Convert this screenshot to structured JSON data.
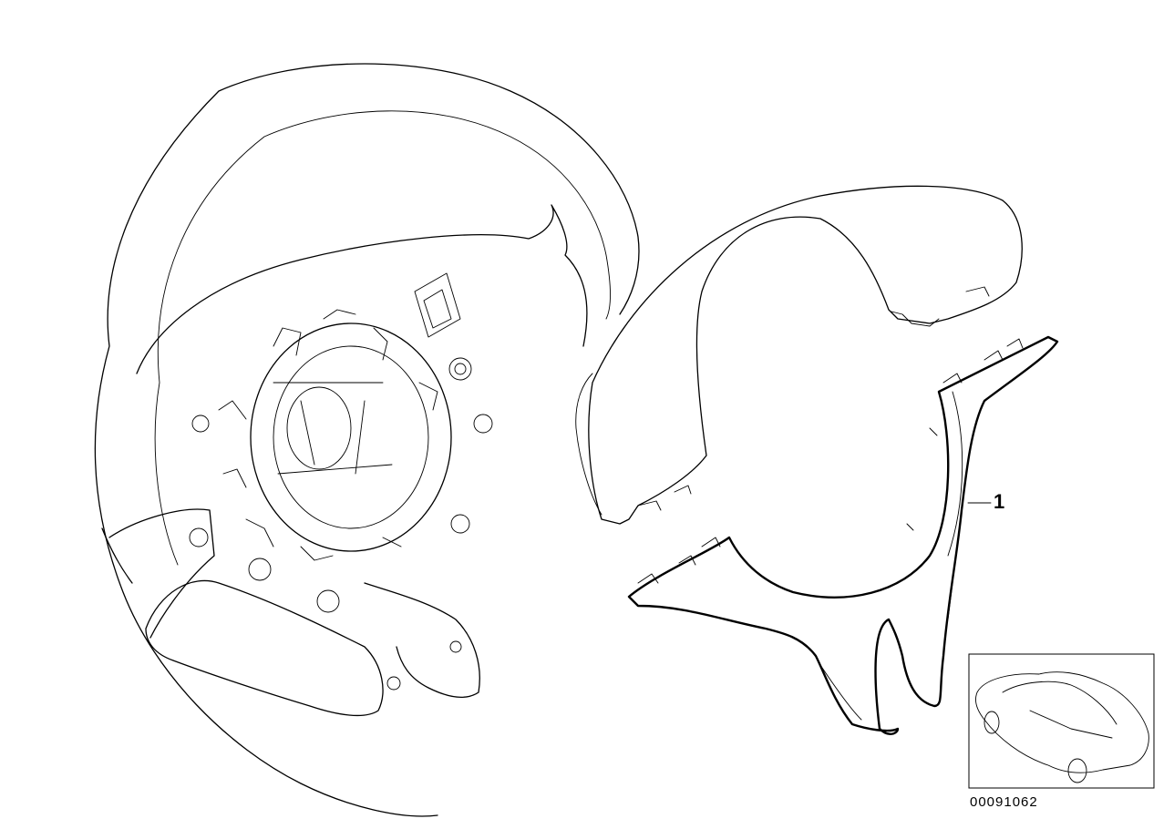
{
  "callouts": [
    {
      "id": "1",
      "label": "1"
    }
  ],
  "document_id": "00091062",
  "colors": {
    "line": "#000000",
    "background": "#ffffff"
  }
}
